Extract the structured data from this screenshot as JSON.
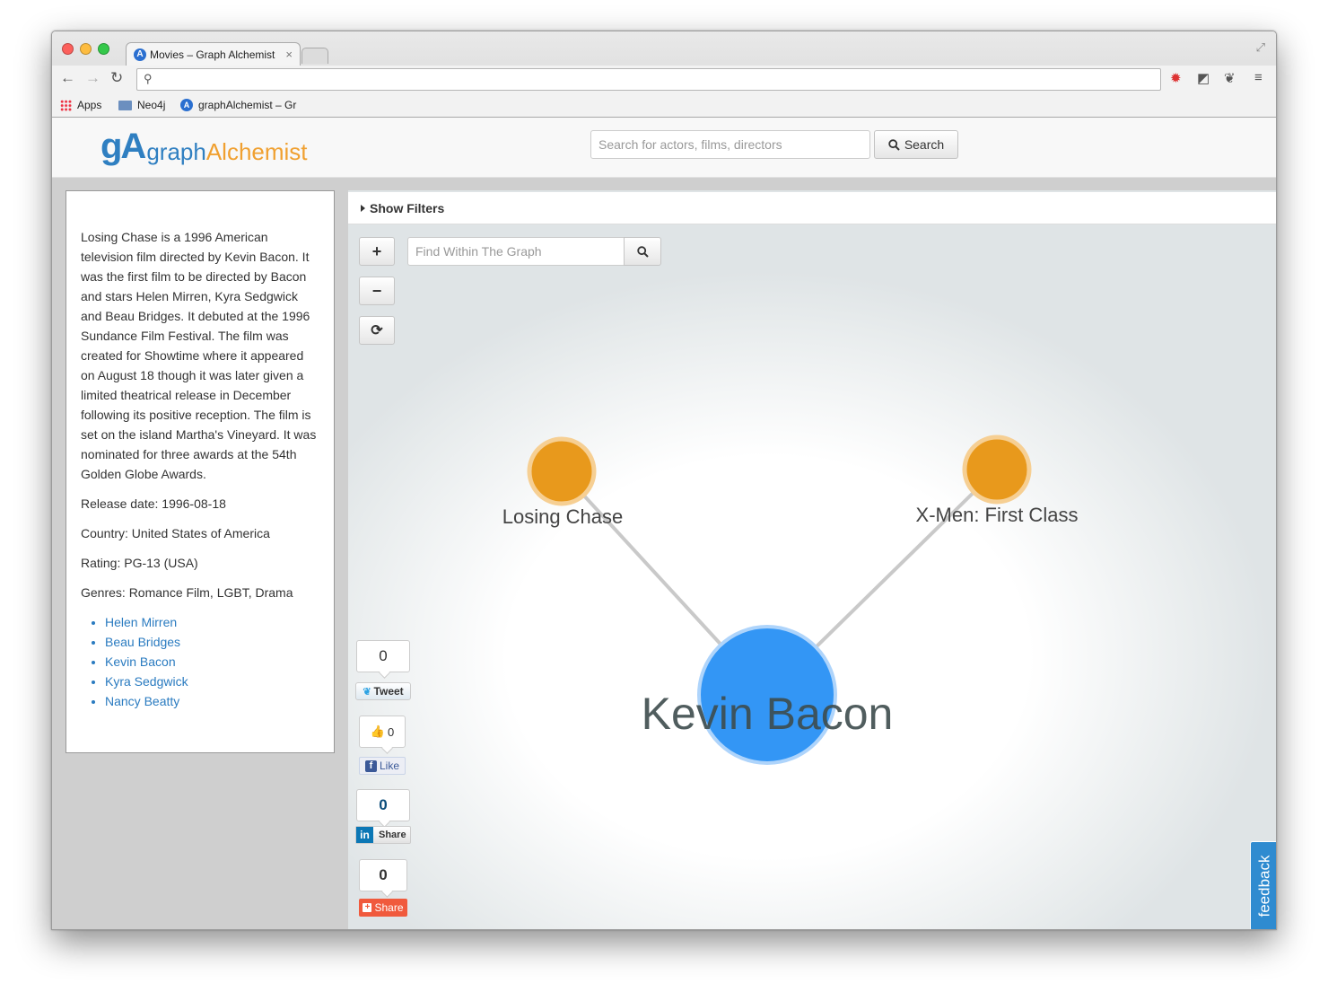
{
  "browser": {
    "tab_title": "Movies – Graph Alchemist",
    "tab_favicon": "A",
    "tab_close": "×",
    "address": "",
    "bookmarks": [
      "Apps",
      "Neo4j",
      "graphAlchemist – Gr"
    ]
  },
  "header": {
    "logo_mark": "gA",
    "logo_word1": "graph",
    "logo_word2": "Alchemist",
    "search_placeholder": "Search for actors, films, directors",
    "search_button": "Search"
  },
  "film": {
    "description": "Losing Chase is a 1996 American television film directed by Kevin Bacon. It was the first film to be directed by Bacon and stars Helen Mirren, Kyra Sedgwick and Beau Bridges. It debuted at the 1996 Sundance Film Festival. The film was created for Showtime where it appeared on August 18 though it was later given a limited theatrical release in December following its positive reception. The film is set on the island Martha's Vineyard. It was nominated for three awards at the 54th Golden Globe Awards.",
    "release_date": "Release date: 1996-08-18",
    "country": "Country: United States of America",
    "rating": "Rating: PG-13 (USA)",
    "genres": "Genres: Romance Film, LGBT, Drama",
    "cast": [
      "Helen Mirren",
      "Beau Bridges",
      "Kevin Bacon",
      "Kyra Sedgwick",
      "Nancy Beatty"
    ]
  },
  "graph": {
    "filters_label": "Show Filters",
    "zoom_in": "+",
    "zoom_out": "−",
    "reset": "⟳",
    "find_placeholder": "Find Within The Graph",
    "nodes": [
      {
        "label": "Losing Chase",
        "type": "film"
      },
      {
        "label": "X-Men: First Class",
        "type": "film"
      },
      {
        "label": "Kevin Bacon",
        "type": "person"
      }
    ],
    "edges": [
      {
        "from": "Kevin Bacon",
        "to": "Losing Chase"
      },
      {
        "from": "Kevin Bacon",
        "to": "X-Men: First Class"
      }
    ],
    "colors": {
      "film": "#e8991c",
      "film_ring": "#f6cf93",
      "person": "#3396f5",
      "person_ring": "#aed4fb",
      "edge": "#c9c9c9"
    }
  },
  "social": {
    "tweet_count": "0",
    "tweet_label": "Tweet",
    "like_count": "0",
    "like_label": "Like",
    "linkedin_count": "0",
    "linkedin_label": "Share",
    "gplus_count": "0",
    "gplus_label": "Share"
  },
  "feedback_label": "feedback"
}
